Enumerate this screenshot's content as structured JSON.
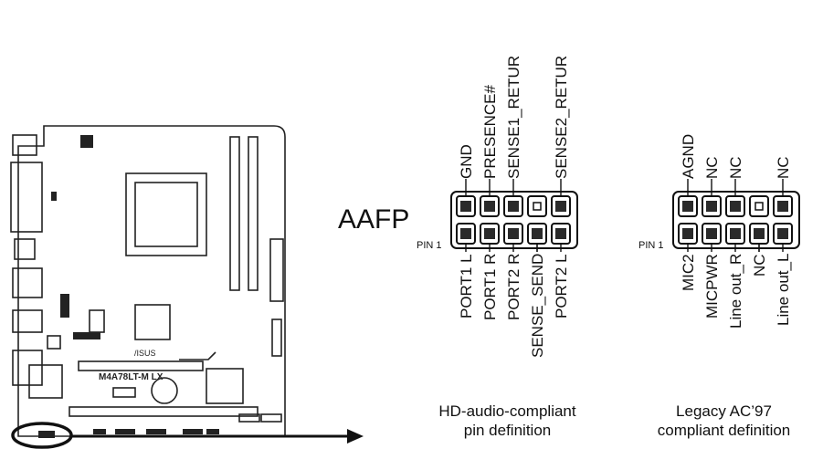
{
  "board": {
    "model_label": "M4A78LT-M LX",
    "logo_label": "/ISUS"
  },
  "header": {
    "name": "AAFP",
    "pin1_label": "PIN 1"
  },
  "hd_audio": {
    "top_labels": [
      "GND",
      "PRESENCE#",
      "SENSE1_RETUR",
      "",
      "SENSE2_RETUR"
    ],
    "bottom_labels": [
      "PORT1 L",
      "PORT1 R",
      "PORT2 R",
      "SENSE_SEND",
      "PORT2 L"
    ],
    "caption_line1": "HD-audio-compliant",
    "caption_line2": "pin definition"
  },
  "ac97": {
    "top_labels": [
      "AGND",
      "NC",
      "NC",
      "",
      "NC"
    ],
    "bottom_labels": [
      "MIC2",
      "MICPWR",
      "Line out_R",
      "NC",
      "Line out_L"
    ],
    "caption_line1": "Legacy AC’97",
    "caption_line2": "compliant definition"
  },
  "colors": {
    "ink": "#111111",
    "pin": "#2a2a2a",
    "board_fill": "#ffffff"
  }
}
